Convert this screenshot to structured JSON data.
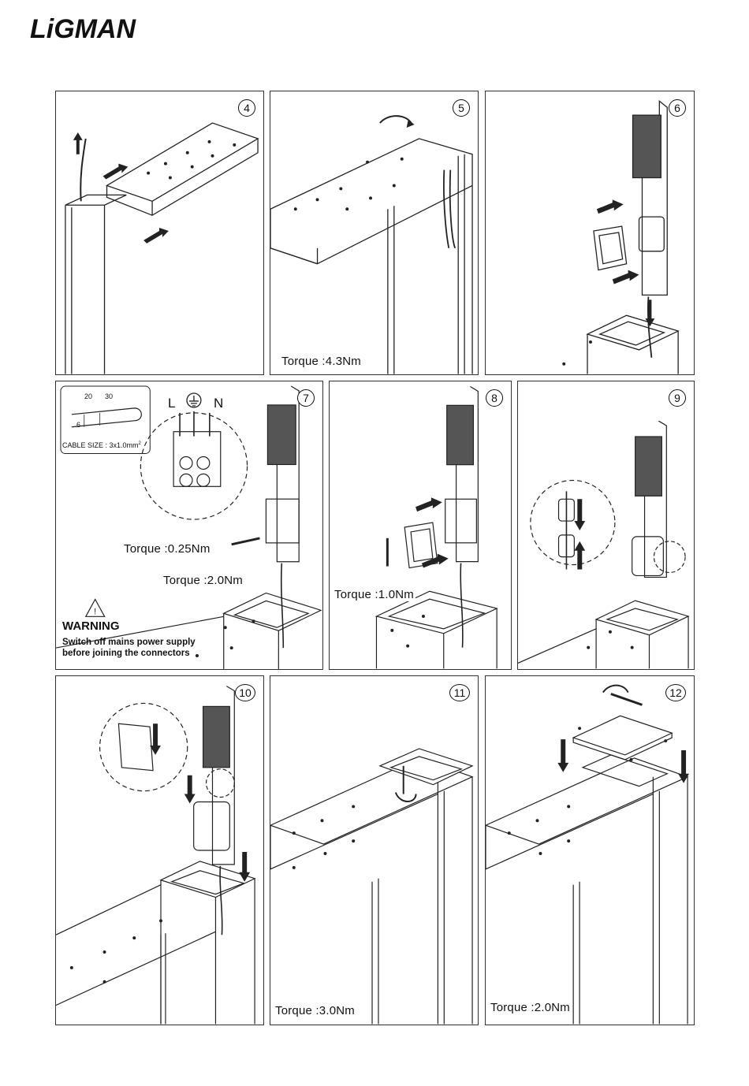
{
  "brand": {
    "logo_text": "LiGMAN"
  },
  "panels": {
    "p4": {
      "step": "4"
    },
    "p5": {
      "step": "5",
      "torque": "Torque :4.3Nm"
    },
    "p6": {
      "step": "6"
    },
    "p7": {
      "step": "7",
      "dim_a": "20",
      "dim_b": "30",
      "dim_c": "6",
      "cable_size": "CABLE SIZE : 3x1.0mm",
      "cable_sup": "2",
      "terminal_l": "L",
      "terminal_n": "N",
      "torque_a": "Torque :0.25Nm",
      "torque_b": "Torque :2.0Nm",
      "warning_title": "WARNING",
      "warning_line1": "Switch off mains power supply",
      "warning_line2": "before joining the connectors"
    },
    "p8": {
      "step": "8",
      "torque": "Torque :1.0Nm"
    },
    "p9": {
      "step": "9"
    },
    "p10": {
      "step": "10"
    },
    "p11": {
      "step": "11",
      "torque": "Torque :3.0Nm"
    },
    "p12": {
      "step": "12",
      "torque": "Torque :2.0Nm"
    }
  }
}
